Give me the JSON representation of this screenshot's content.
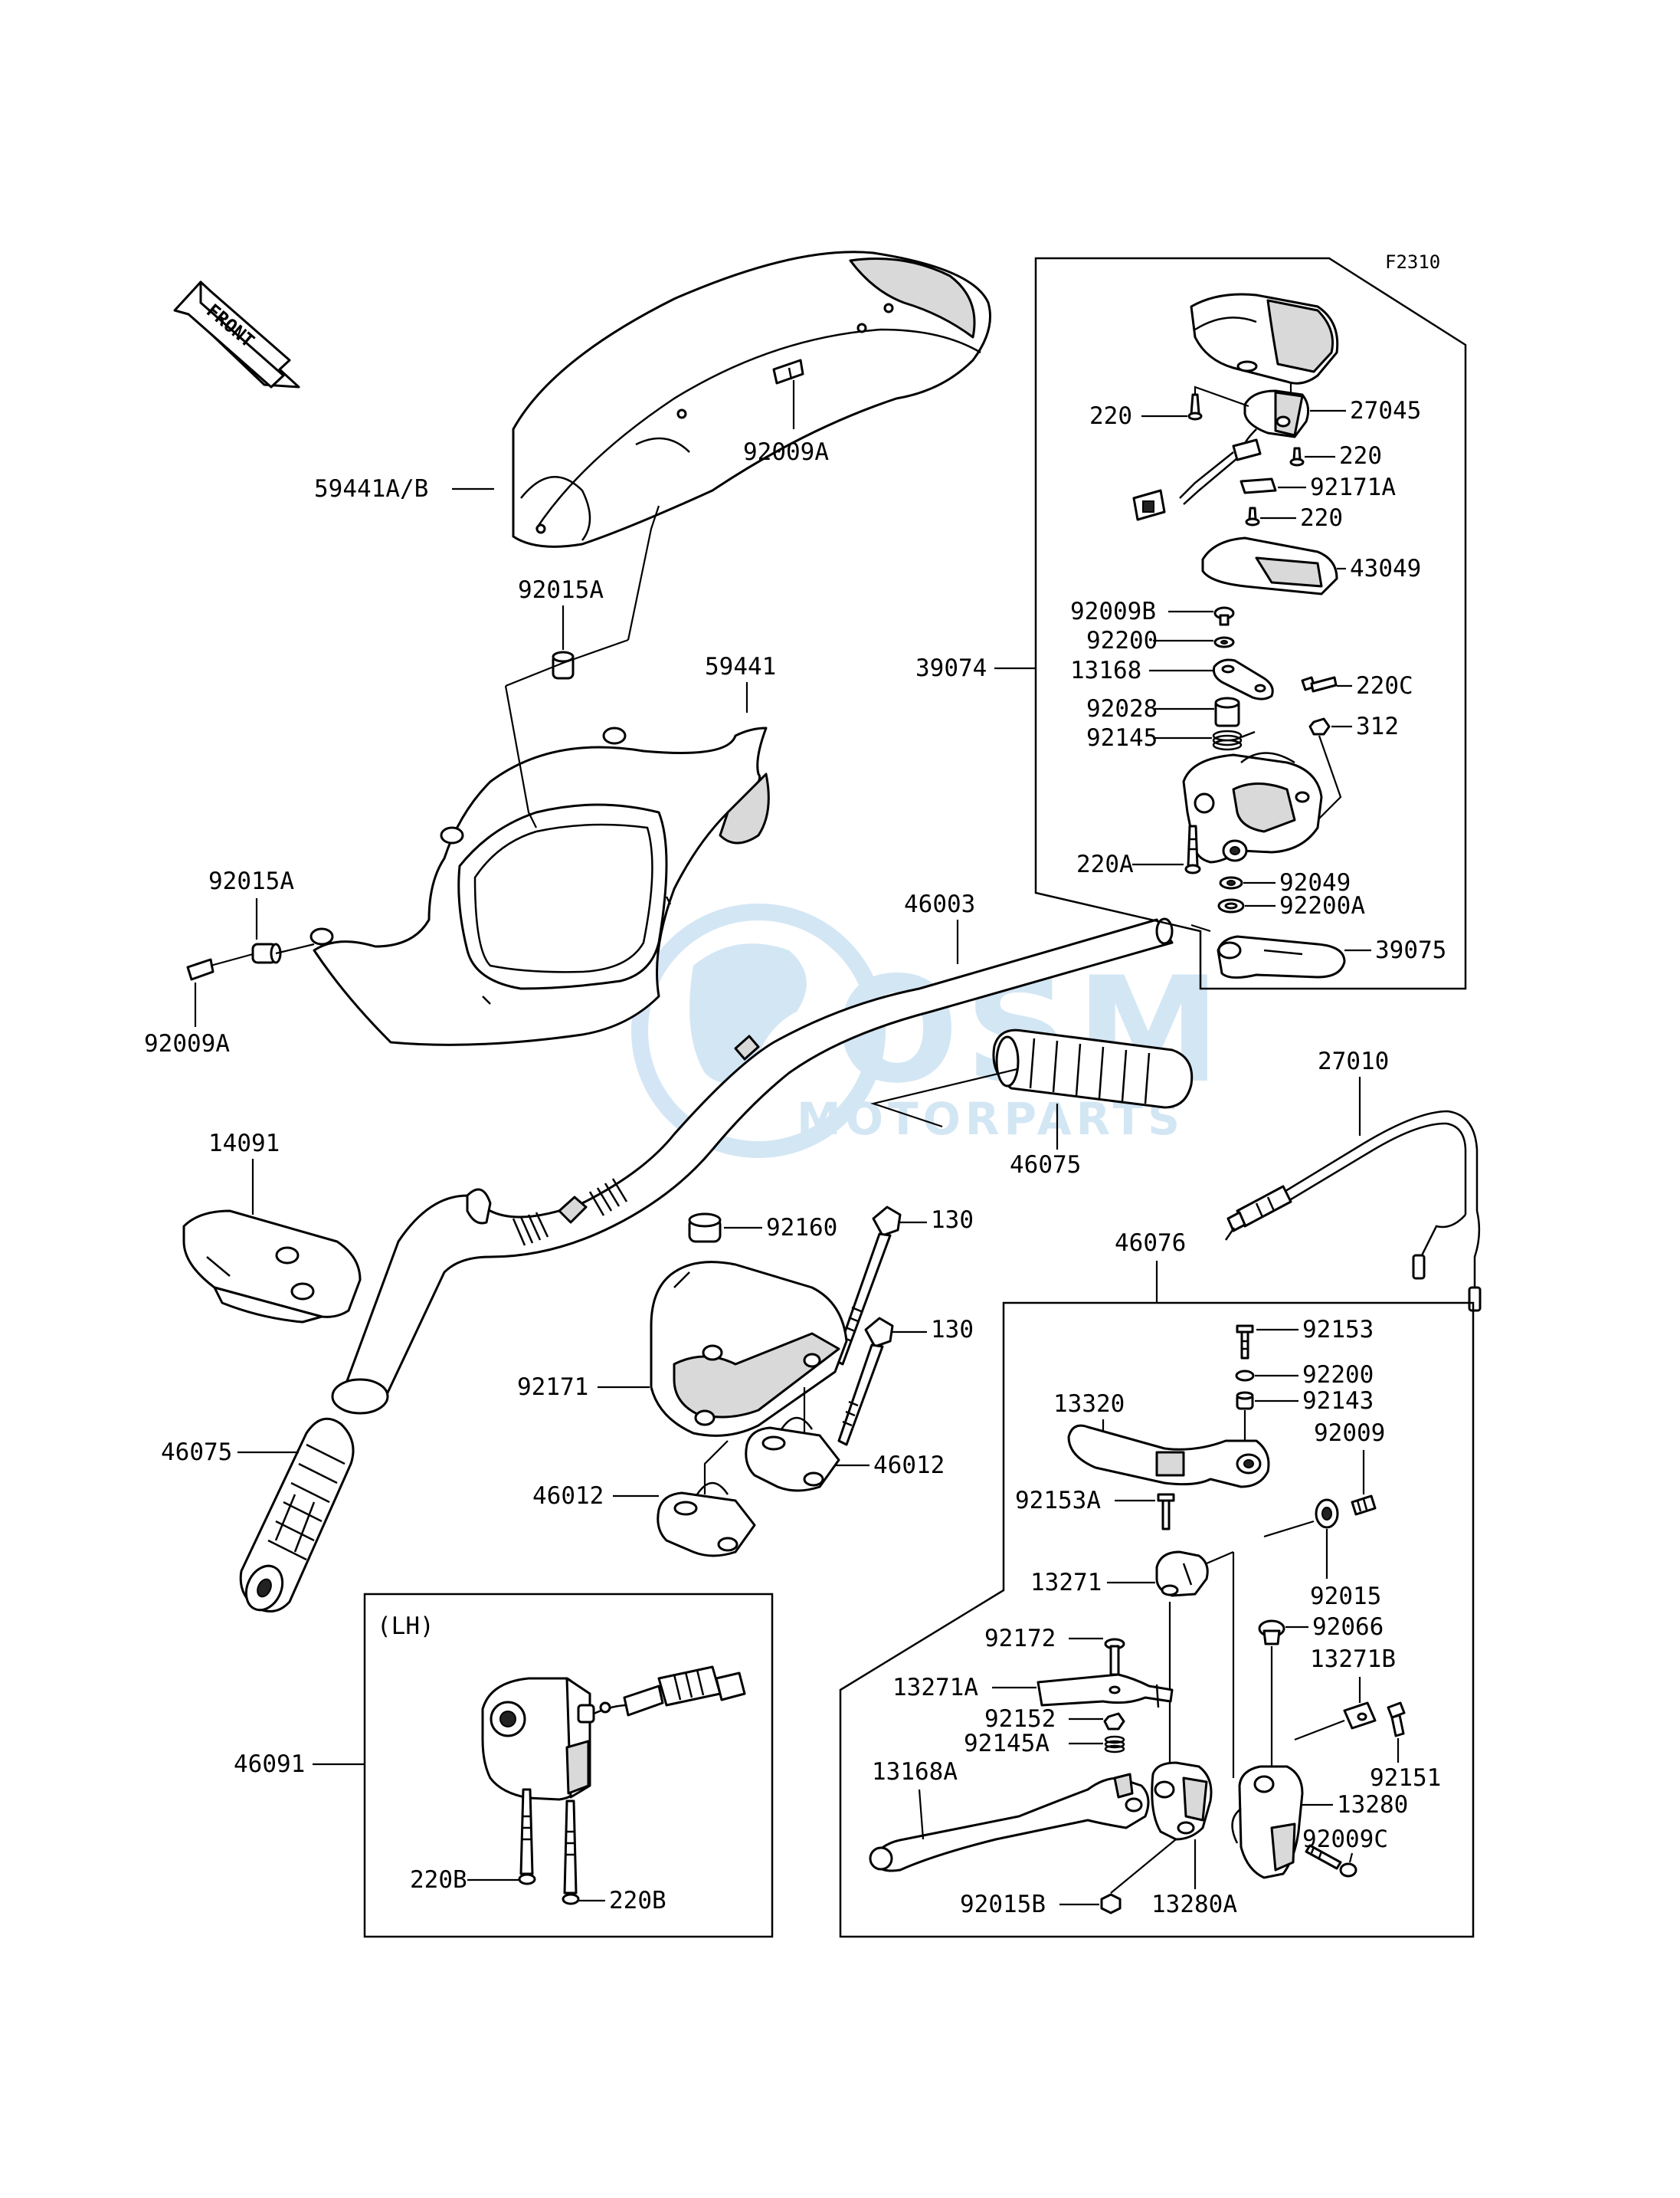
{
  "figure_code": "F2310",
  "direction_label": "FRONT",
  "lh_label": "(LH)",
  "watermark": {
    "brand": "OSM",
    "subtitle": "MOTORPARTS",
    "color": "#3a8fd0"
  },
  "part_labels": {
    "p59441ab": "59441A/B",
    "p92009a_top": "92009A",
    "p92015a_top": "92015A",
    "p59441": "59441",
    "p92015a_left": "92015A",
    "p92009a_left": "92009A",
    "p46003": "46003",
    "p14091": "14091",
    "p46075_left": "46075",
    "p46075_right": "46075",
    "p92160": "92160",
    "p130_a": "130",
    "p130_b": "130",
    "p92171": "92171",
    "p46012_a": "46012",
    "p46012_b": "46012",
    "p46091": "46091",
    "p220b_a": "220B",
    "p220b_b": "220B",
    "p27010": "27010",
    "p39074": "39074",
    "p220_a": "220",
    "p27045": "27045",
    "p220_b": "220",
    "p92171a": "92171A",
    "p220_c": "220",
    "p43049": "43049",
    "p92009b": "92009B",
    "p92200_top": "92200",
    "p13168": "13168",
    "p92028": "92028",
    "p220c": "220C",
    "p92145": "92145",
    "p312": "312",
    "p220a": "220A",
    "p92049": "92049",
    "p92200a": "92200A",
    "p39075": "39075",
    "p46076": "46076",
    "p92153": "92153",
    "p13320": "13320",
    "p92200_low": "92200",
    "p92143": "92143",
    "p92009": "92009",
    "p92153a": "92153A",
    "p13271": "13271",
    "p92015": "92015",
    "p92066": "92066",
    "p92172": "92172",
    "p13271b": "13271B",
    "p13271a": "13271A",
    "p92152": "92152",
    "p92145a": "92145A",
    "p92151": "92151",
    "p13168a": "13168A",
    "p13280": "13280",
    "p92009c": "92009C",
    "p92015b": "92015B",
    "p13280a": "13280A"
  }
}
